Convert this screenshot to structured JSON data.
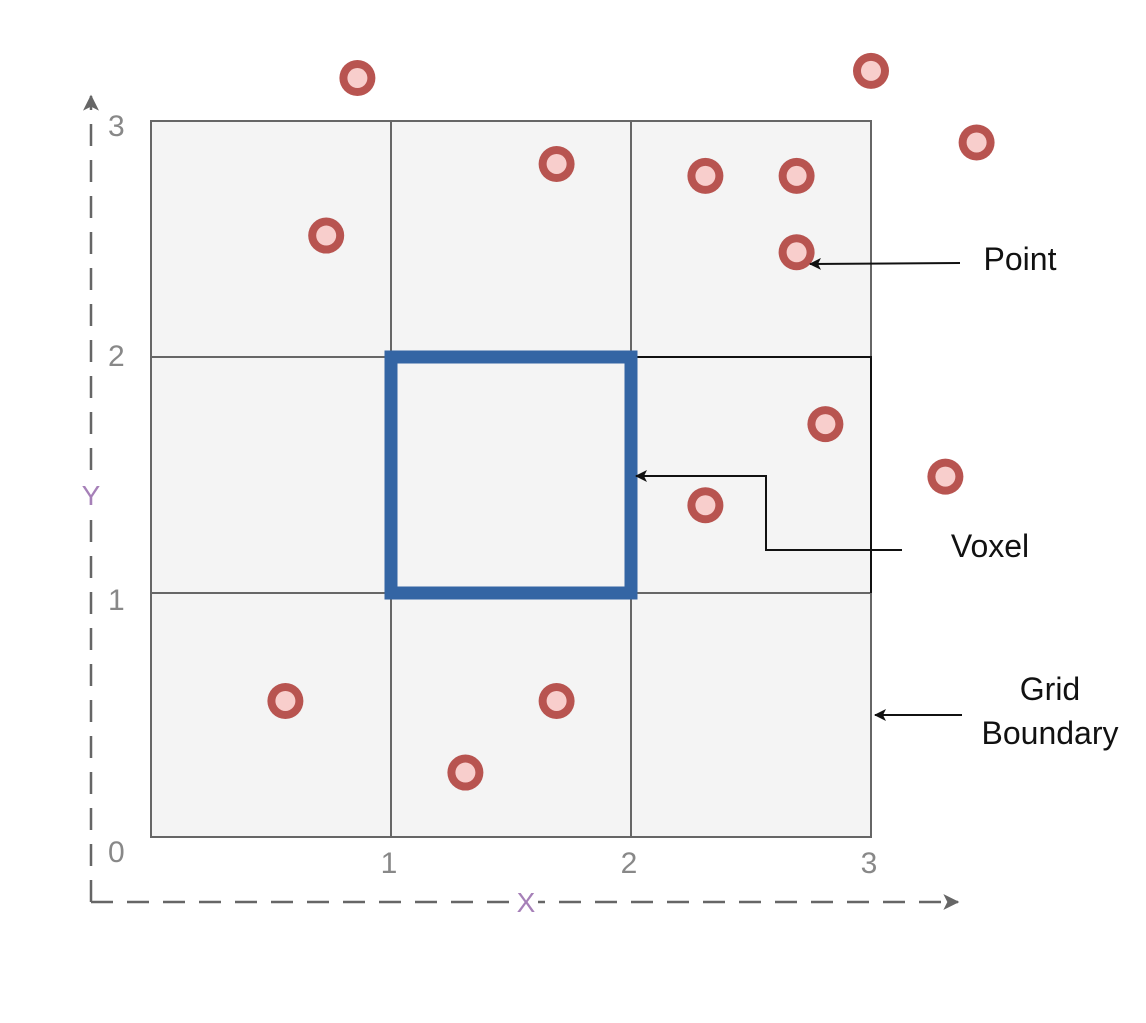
{
  "axes": {
    "x_label": "X",
    "y_label": "Y",
    "x_ticks": [
      "1",
      "2",
      "3"
    ],
    "y_ticks": [
      "0",
      "1",
      "2",
      "3"
    ],
    "axis_color": "#666666",
    "label_color": "#a680b8"
  },
  "grid": {
    "columns": 3,
    "rows": 3,
    "range": [
      0,
      3
    ],
    "cell_fill": "#f4f4f4",
    "highlighted_voxel": {
      "x": [
        1,
        2
      ],
      "y": [
        1,
        2
      ],
      "color": "#3465a4"
    }
  },
  "points": {
    "outer_color": "#b85450",
    "inner_color": "#f8cecc",
    "items": [
      {
        "x": 0.86,
        "y": 3.18
      },
      {
        "x": 3.0,
        "y": 3.21
      },
      {
        "x": 3.44,
        "y": 2.91
      },
      {
        "x": 1.69,
        "y": 2.82
      },
      {
        "x": 2.31,
        "y": 2.77
      },
      {
        "x": 2.69,
        "y": 2.77
      },
      {
        "x": 0.73,
        "y": 2.52
      },
      {
        "x": 2.69,
        "y": 2.45
      },
      {
        "x": 2.81,
        "y": 1.73
      },
      {
        "x": 3.31,
        "y": 1.51
      },
      {
        "x": 2.31,
        "y": 1.39
      },
      {
        "x": 0.56,
        "y": 0.57
      },
      {
        "x": 1.69,
        "y": 0.57
      },
      {
        "x": 1.31,
        "y": 0.27
      }
    ]
  },
  "callouts": {
    "point": "Point",
    "voxel": "Voxel",
    "grid_boundary_line1": "Grid",
    "grid_boundary_line2": "Boundary"
  }
}
